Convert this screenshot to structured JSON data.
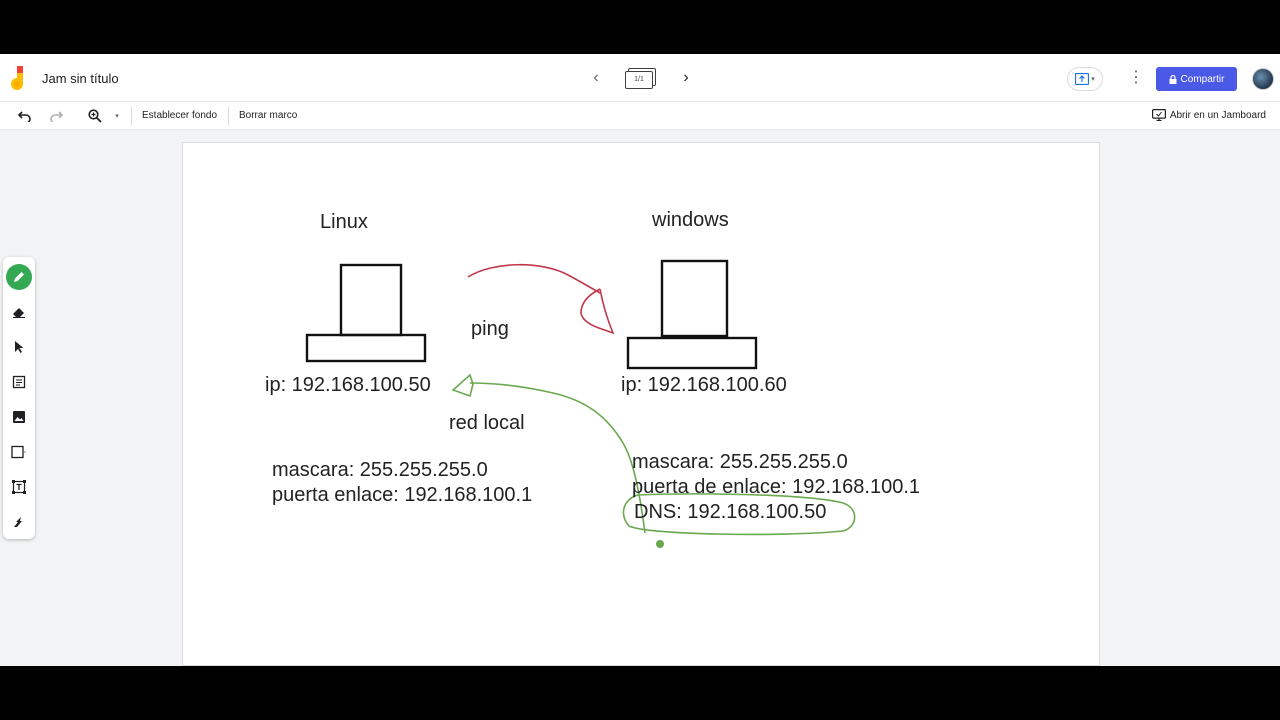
{
  "app": {
    "doc_title": "Jam sin título",
    "frame_indicator": "1/1",
    "share_label": "Compartir",
    "brand_color": "#4a59e6",
    "active_tool_color": "#34a853"
  },
  "toolbar": {
    "set_background": "Establecer fondo",
    "clear_frame": "Borrar marco",
    "open_in_jamboard": "Abrir en un Jamboard"
  },
  "side_tools": [
    "pen-icon",
    "eraser-icon",
    "select-icon",
    "sticky-note-icon",
    "image-icon",
    "shape-icon",
    "text-box-icon",
    "laser-icon"
  ],
  "canvas": {
    "linux_label": "Linux",
    "windows_label": "windows",
    "ping_label": "ping",
    "red_local_label": "red local",
    "linux_ip": "ip: 192.168.100.50",
    "windows_ip": "ip: 192.168.100.60",
    "linux_mask": "mascara:  255.255.255.0",
    "linux_gateway": "puerta enlace: 192.168.100.1",
    "windows_mask": "mascara: 255.255.255.0",
    "windows_gateway": "puerta de enlace: 192.168.100.1",
    "windows_dns": "DNS: 192.168.100.50",
    "ink_red": "#c0394b",
    "ink_green": "#6aa84f"
  }
}
